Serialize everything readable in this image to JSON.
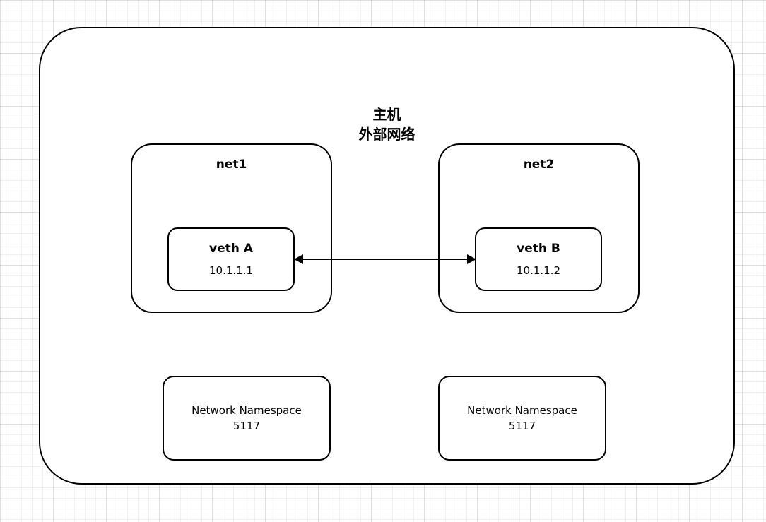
{
  "diagram": {
    "host": {
      "title_line1": "主机",
      "title_line2": "外部网络"
    },
    "net1": {
      "label": "net1",
      "veth": {
        "name": "veth A",
        "ip": "10.1.1.1"
      }
    },
    "net2": {
      "label": "net2",
      "veth": {
        "name": "veth B",
        "ip": "10.1.1.2"
      }
    },
    "namespace_left": {
      "line1": "Network Namespace",
      "line2": "5117"
    },
    "namespace_right": {
      "line1": "Network Namespace",
      "line2": "5117"
    },
    "colors": {
      "stroke": "#000000",
      "fill": "#ffffff",
      "grid": "#ededed"
    }
  }
}
